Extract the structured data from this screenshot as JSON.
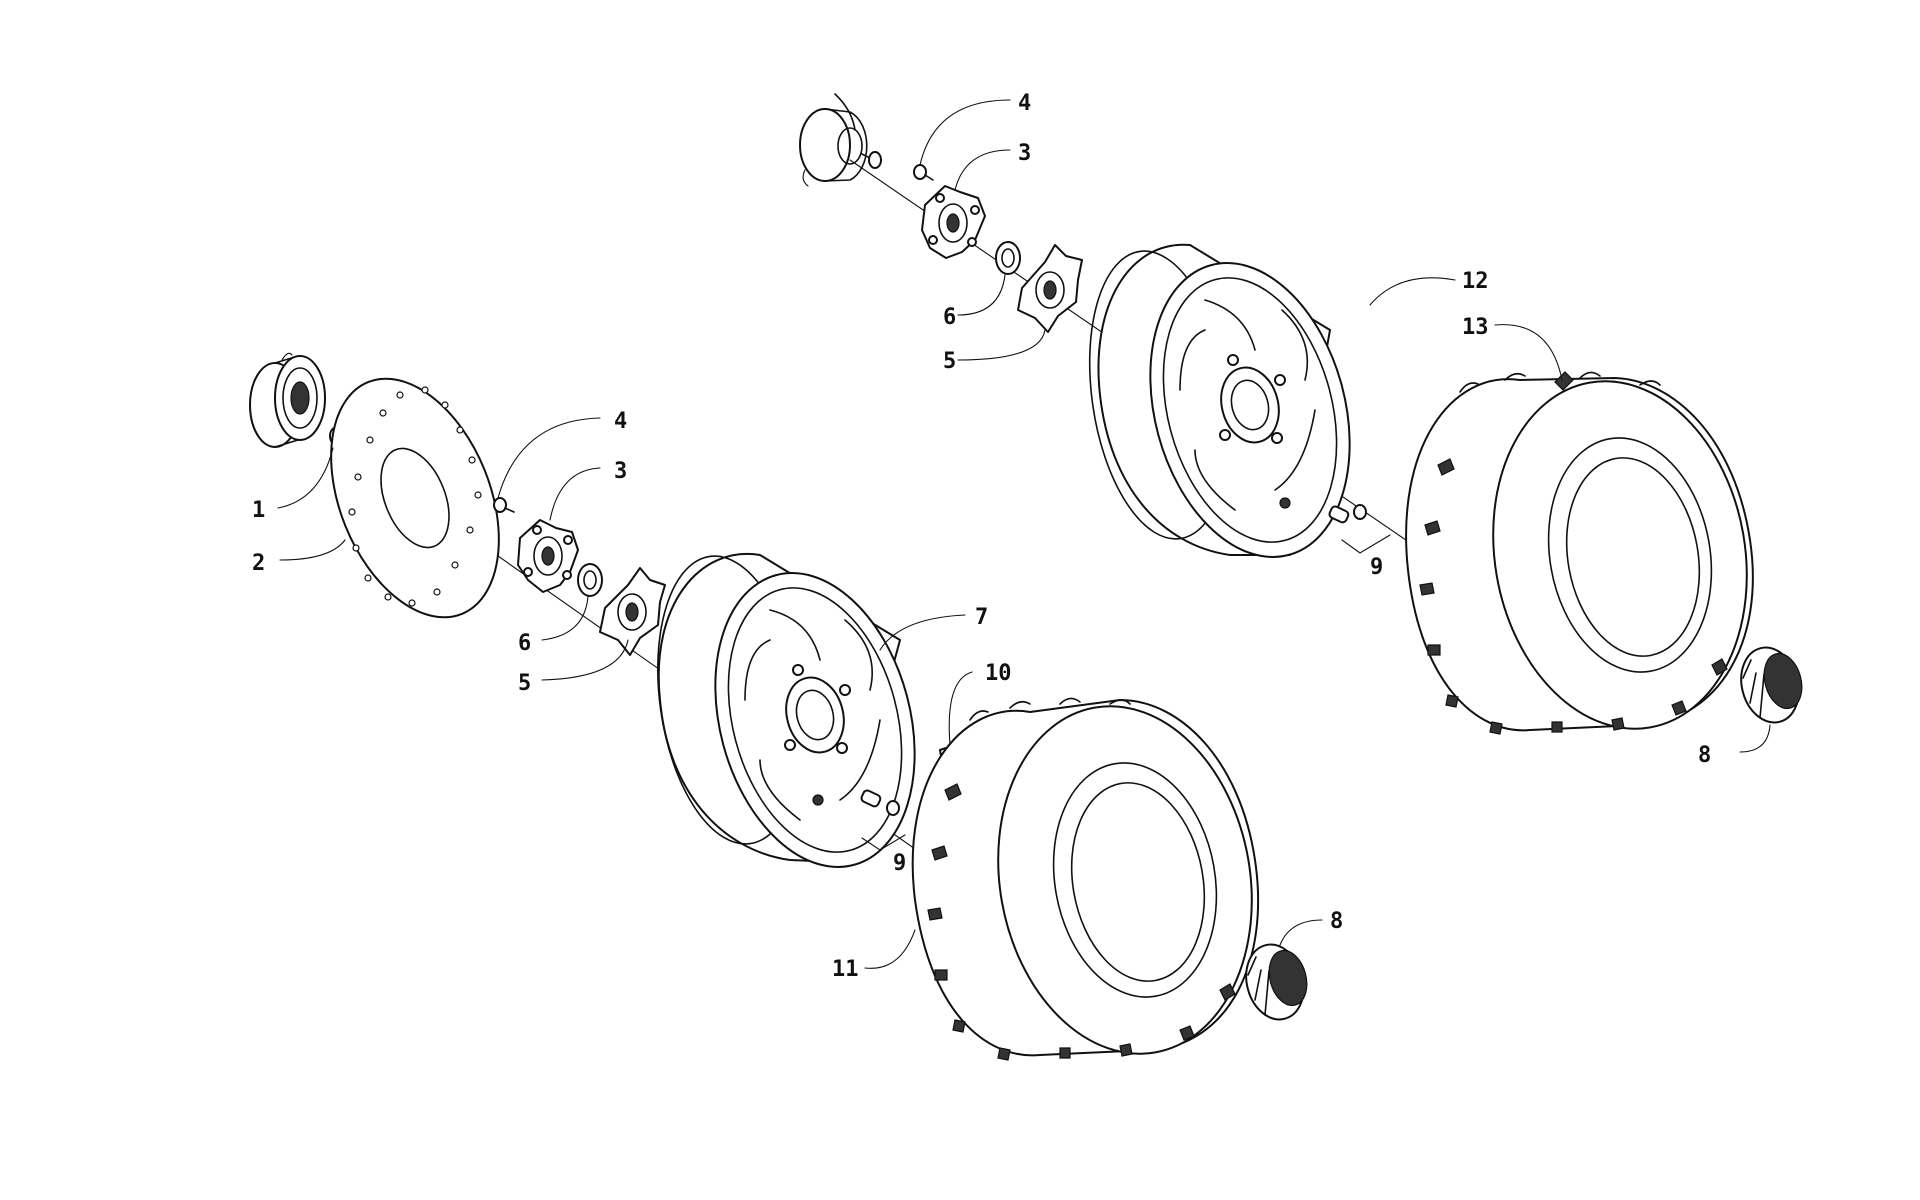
{
  "callouts": [
    {
      "id": "1",
      "text": "1"
    },
    {
      "id": "2",
      "text": "2"
    },
    {
      "id": "3a",
      "text": "3"
    },
    {
      "id": "3b",
      "text": "3"
    },
    {
      "id": "4a",
      "text": "4"
    },
    {
      "id": "4b",
      "text": "4"
    },
    {
      "id": "5a",
      "text": "5"
    },
    {
      "id": "5b",
      "text": "5"
    },
    {
      "id": "6a",
      "text": "6"
    },
    {
      "id": "6b",
      "text": "6"
    },
    {
      "id": "7",
      "text": "7"
    },
    {
      "id": "8a",
      "text": "8"
    },
    {
      "id": "8b",
      "text": "8"
    },
    {
      "id": "9a",
      "text": "9"
    },
    {
      "id": "9b",
      "text": "9"
    },
    {
      "id": "10",
      "text": "10"
    },
    {
      "id": "11",
      "text": "11"
    },
    {
      "id": "12",
      "text": "12"
    },
    {
      "id": "13",
      "text": "13"
    }
  ]
}
